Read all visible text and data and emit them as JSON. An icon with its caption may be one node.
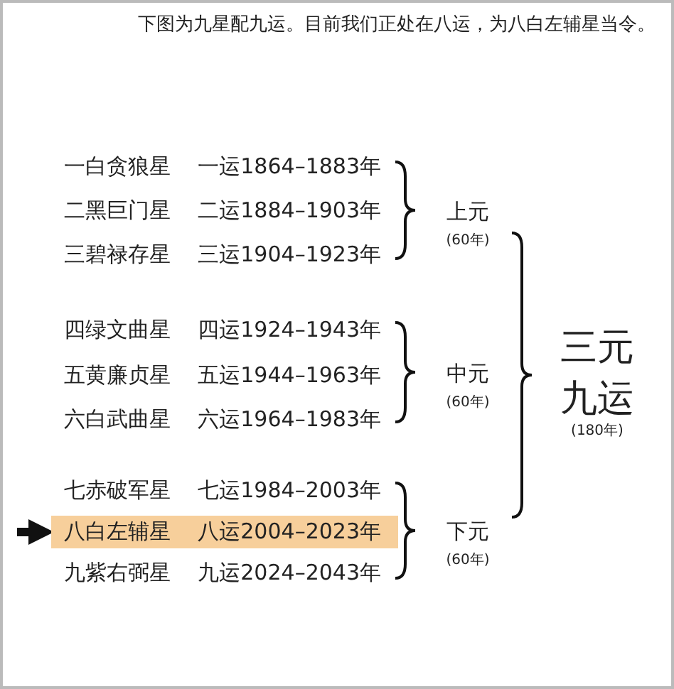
{
  "diagram": {
    "title": "下图为九星配九运。目前我们正处在八运，为八白左辅星当令。",
    "nodes": [
      {
        "text": [
          "一白贪狼星",
          "一运1864–1883年"
        ]
      },
      {
        "text": [
          "二黑巨门星",
          "二运1884–1903年"
        ]
      },
      {
        "text": [
          "三碧禄存星",
          "三运1904–1923年"
        ]
      },
      {
        "text": [
          "四绿文曲星",
          "四运1924–1943年"
        ]
      },
      {
        "text": [
          "五黄廉贞星",
          "五运1944–1963年"
        ]
      },
      {
        "text": [
          "六白武曲星",
          "六运1964–1983年"
        ]
      },
      {
        "text": [
          "七赤破军星",
          "七运1984–2003年"
        ]
      },
      {
        "text": [
          "八白左辅星",
          "八运2004–2023年"
        ]
      },
      {
        "text": [
          "九紫右弼星",
          "九运2024–2043年"
        ]
      }
    ],
    "edges": [
      {
        "from": null,
        "to": 7,
        "arrow": "to"
      }
    ],
    "labels": [
      "上元",
      "(60年)",
      "中元",
      "(60年)",
      "下元",
      "(60年)",
      "三元九运",
      "(180年)"
    ]
  }
}
